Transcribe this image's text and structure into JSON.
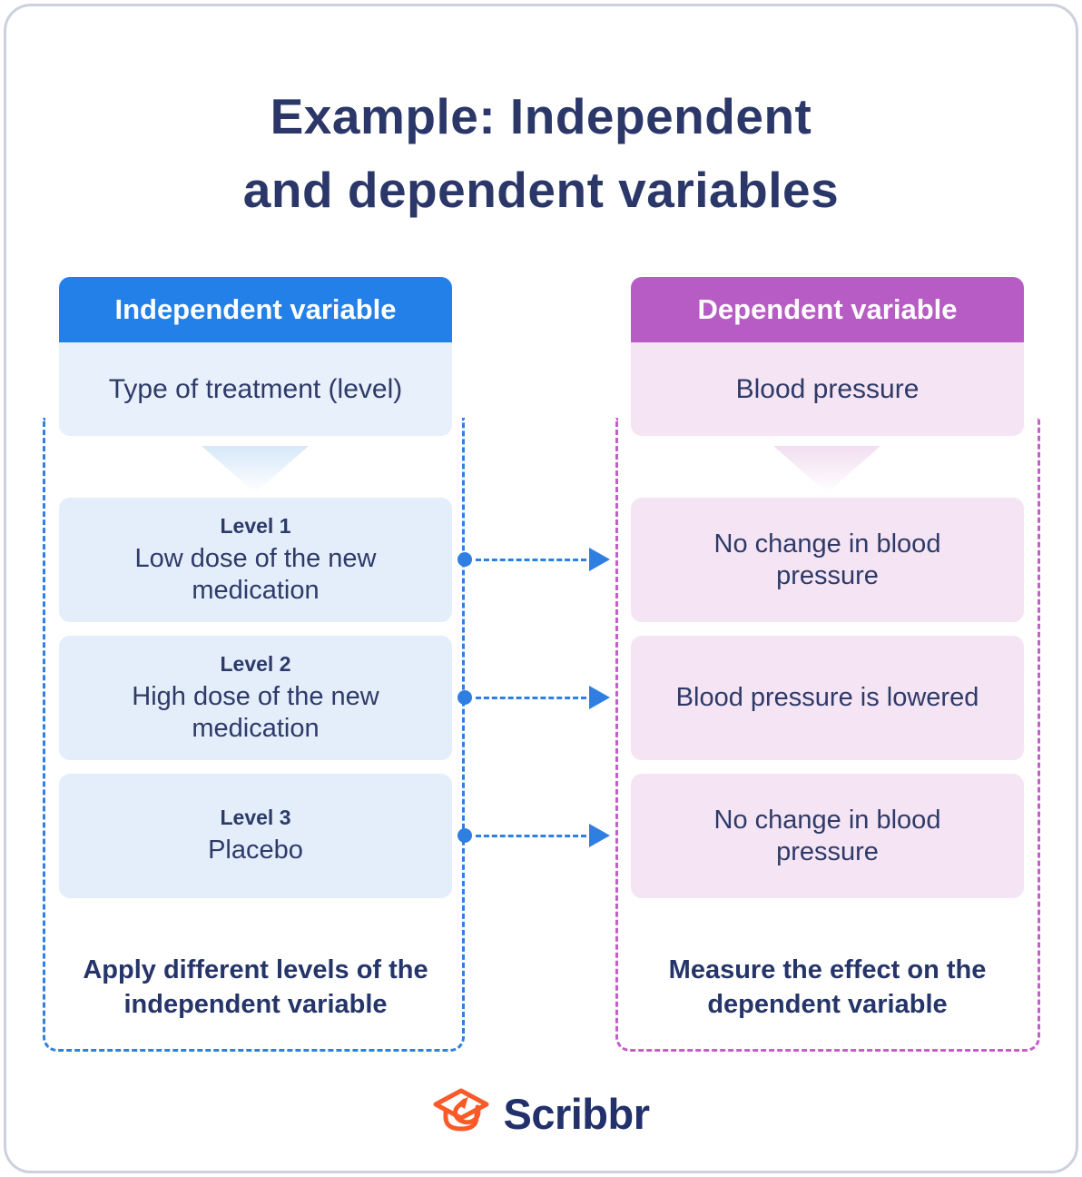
{
  "page": {
    "title_line1": "Example: Independent",
    "title_line2": "and dependent variables"
  },
  "columns": {
    "left": {
      "header": "Independent variable",
      "variable": "Type of treatment (level)",
      "levels": [
        {
          "label": "Level 1",
          "text": "Low dose of the new medication"
        },
        {
          "label": "Level 2",
          "text": "High dose of the new medication"
        },
        {
          "label": "Level 3",
          "text": "Placebo"
        }
      ],
      "caption": "Apply different levels of the independent variable"
    },
    "right": {
      "header": "Dependent variable",
      "variable": "Blood pressure",
      "outcomes": [
        {
          "text": "No change in blood pressure"
        },
        {
          "text": "Blood pressure is lowered"
        },
        {
          "text": "No change in blood pressure"
        }
      ],
      "caption": "Measure the effect on the dependent variable"
    }
  },
  "footer": {
    "brand": "Scribbr"
  },
  "colors": {
    "accent_blue": "#2380e8",
    "light_blue": "#e4eefb",
    "accent_purple": "#b75cc4",
    "light_pink": "#f5e5f4",
    "navy_text": "#2a3768",
    "dashed_blue": "#2f80e0",
    "dashed_purple": "#c45fc9",
    "brand_orange": "#f95a28",
    "frame_gray": "#ccd1de"
  }
}
